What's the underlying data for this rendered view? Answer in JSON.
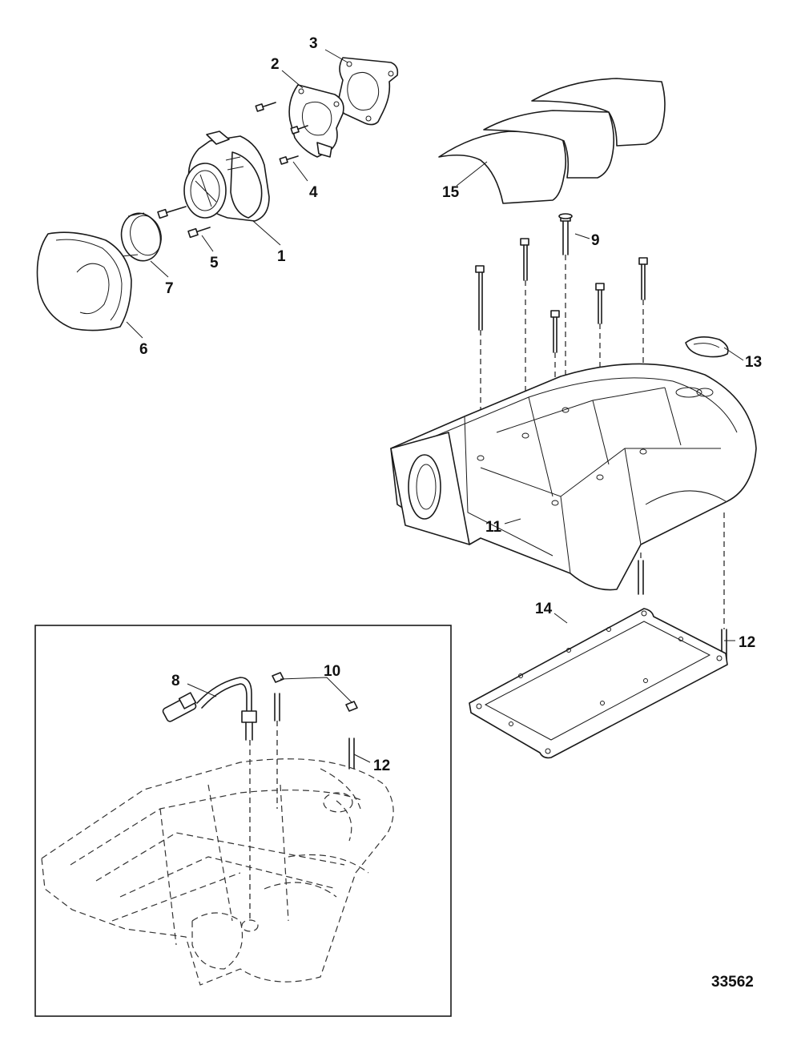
{
  "figure_number": "33562",
  "callouts": {
    "c1": "1",
    "c2": "2",
    "c3": "3",
    "c4": "4",
    "c5": "5",
    "c6": "6",
    "c7": "7",
    "c8": "8",
    "c9": "9",
    "c10": "10",
    "c11": "11",
    "c12a": "12",
    "c12b": "12",
    "c13": "13",
    "c14": "14",
    "c15": "15"
  }
}
